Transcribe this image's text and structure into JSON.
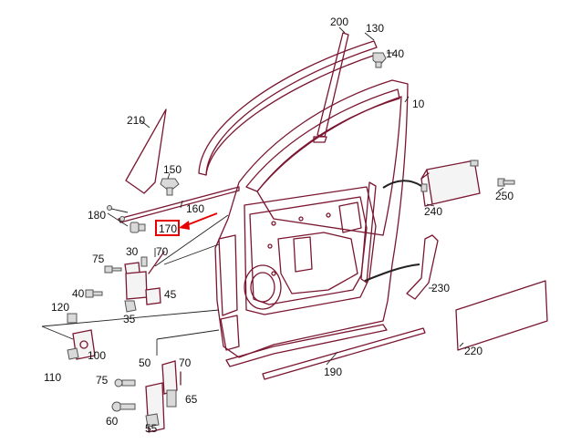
{
  "diagram": {
    "accent_color": "#e60000",
    "part_color": "#7a1630",
    "highlighted": "170",
    "labels": {
      "p10": "10",
      "p30": "30",
      "p35": "35",
      "p40": "40",
      "p45": "45",
      "p50": "50",
      "p55": "55",
      "p60": "60",
      "p65": "65",
      "p70a": "70",
      "p70b": "70",
      "p75a": "75",
      "p75b": "75",
      "p100": "100",
      "p110": "110",
      "p120": "120",
      "p130": "130",
      "p140": "140",
      "p150": "150",
      "p160": "160",
      "p170": "170",
      "p180": "180",
      "p190": "190",
      "p200": "200",
      "p210": "210",
      "p220": "220",
      "p230": "230",
      "p240": "240",
      "p250": "250"
    }
  }
}
